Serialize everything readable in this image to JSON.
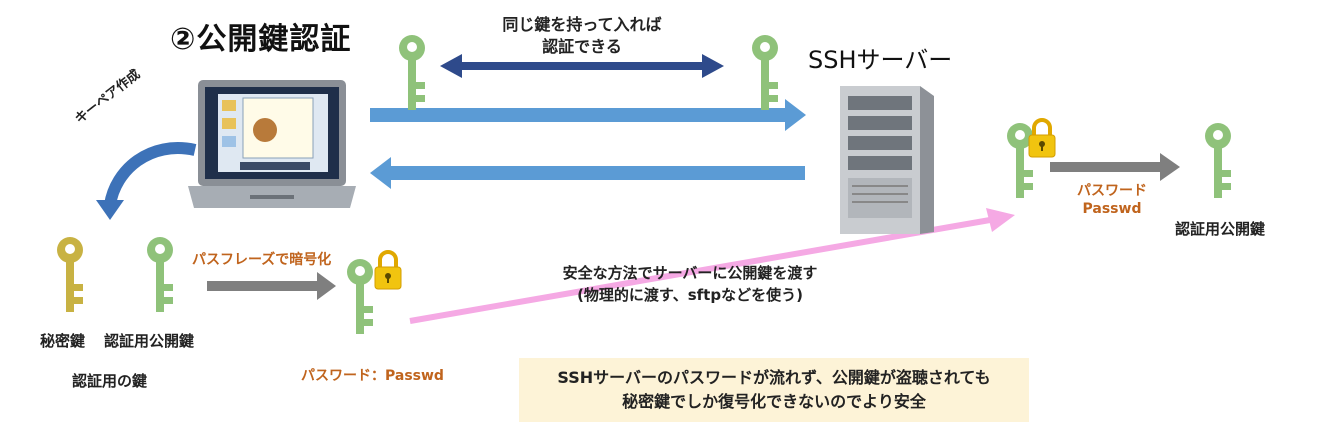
{
  "title": "②公開鍵認証",
  "same_key_note": [
    "同じ鍵を持って入れば",
    "認証できる"
  ],
  "server_label": "SSHサーバー",
  "keypair_label": "キーペア作成",
  "encrypt_label": "パスフレーズで暗号化",
  "secret_key_label": "秘密鍵",
  "public_key_label_left": "認証用公開鍵",
  "auth_keys_label": "認証用の鍵",
  "password_label_bottom": "パスワード：Passwd",
  "transfer_note": [
    "安全な方法でサーバーに公開鍵を渡す",
    "(物理的に渡す、sftpなどを使う)"
  ],
  "password_label_right": [
    "パスワード",
    "Passwd"
  ],
  "public_key_label_right": "認証用公開鍵",
  "info_box": [
    "SSHサーバーのパスワードが流れず、公開鍵が盗聴されても",
    "秘密鍵でしか復号化できないのでより安全"
  ],
  "colors": {
    "key_green": "#8fc27a",
    "key_gold": "#c8b243",
    "lock_gold": "#f1c40f",
    "blue_arrow": "#5b9bd5",
    "dark_blue_arrow": "#2e4a8b",
    "gray_arrow": "#7f7f7f",
    "pink_arrow": "#f5a9e4",
    "curved_arrow": "#3d72b8",
    "label_orange": "#c0641d",
    "info_box_bg": "#fdf3d7"
  }
}
